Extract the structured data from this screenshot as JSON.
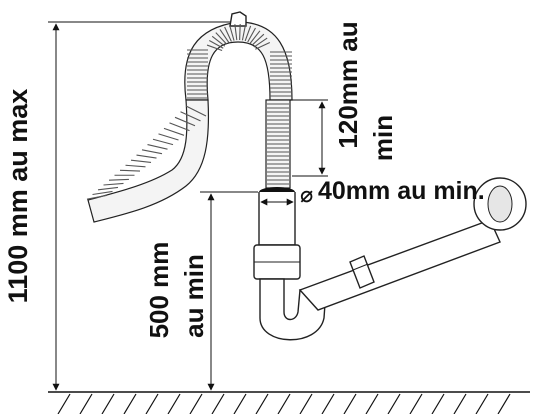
{
  "dimensions": {
    "max_height_label": "1100 mm au max",
    "min_height_line1": "500 mm",
    "min_height_line2": "au min",
    "immersion_line1": "120mm au",
    "immersion_line2": "min",
    "diameter_symbol": "⌀",
    "diameter_label": "40mm au min."
  },
  "colors": {
    "line": "#111111",
    "hose": "#f4f4f4",
    "pipe": "#ffffff"
  }
}
